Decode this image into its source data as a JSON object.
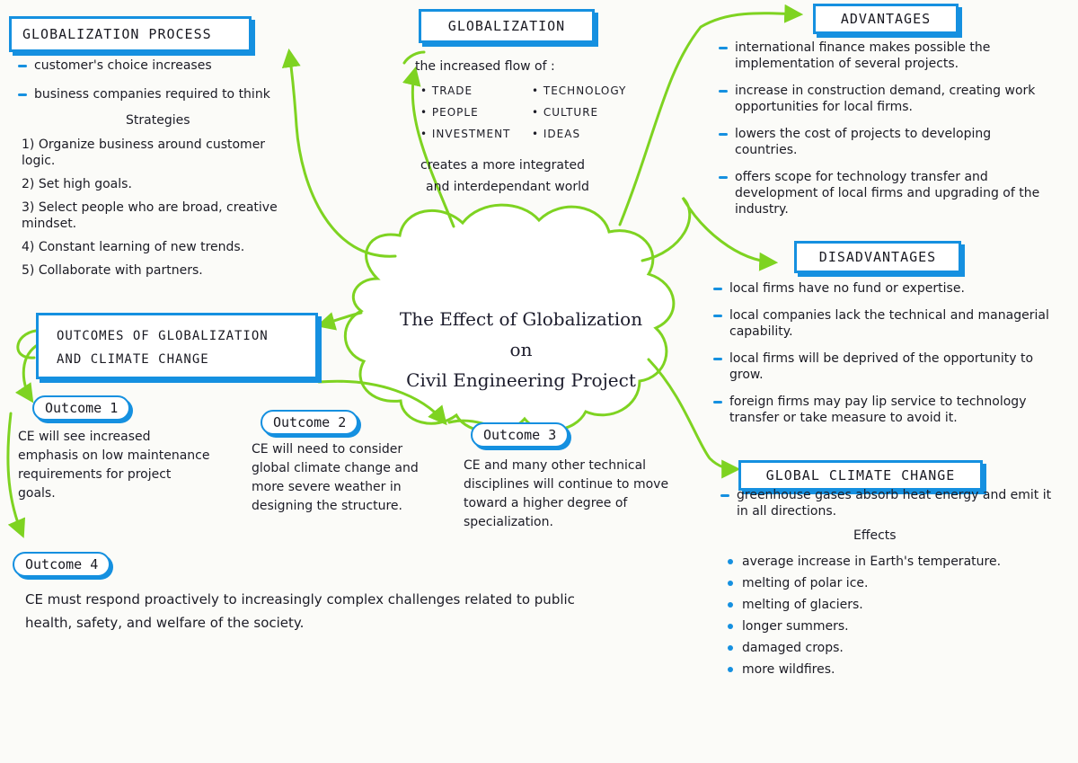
{
  "colors": {
    "accent_blue": "#1590e0",
    "accent_green": "#7ed321",
    "ink": "#1c1c26"
  },
  "center": {
    "line1": "The Effect of Globalization",
    "line2": "on",
    "line3": "Civil Engineering Project"
  },
  "globalization": {
    "title": "GLOBALIZATION",
    "intro": "the increased flow of :",
    "flows_left": [
      "TRADE",
      "PEOPLE",
      "INVESTMENT"
    ],
    "flows_right": [
      "TECHNOLOGY",
      "CULTURE",
      "IDEAS"
    ],
    "result_line1": "creates a more integrated",
    "result_line2": "and interdependant world"
  },
  "process": {
    "title": "GLOBALIZATION PROCESS",
    "points": [
      "customer's choice increases",
      "business companies required to think"
    ],
    "strategies_heading": "Strategies",
    "strategies": [
      "1) Organize business around customer logic.",
      "2) Set high goals.",
      "3) Select people who are broad, creative mindset.",
      "4) Constant learning of new trends.",
      "5) Collaborate with partners."
    ]
  },
  "advantages": {
    "title": "ADVANTAGES",
    "items": [
      "international finance makes possible the implementation of several projects.",
      "increase in construction demand, creating work opportunities for local firms.",
      "lowers the cost of projects to developing countries.",
      "offers scope for technology transfer and development of local firms and upgrading of the industry."
    ]
  },
  "disadvantages": {
    "title": "DISADVANTAGES",
    "items": [
      "local firms have no fund or expertise.",
      "local companies lack the technical and managerial capability.",
      "local firms will be deprived of the opportunity to grow.",
      "foreign firms may pay lip service to technology transfer or take measure to avoid it."
    ]
  },
  "climate": {
    "title": "GLOBAL CLIMATE CHANGE",
    "description": "greenhouse gases absorb heat energy and emit it in all directions.",
    "effects_heading": "Effects",
    "effects": [
      "average increase in Earth's temperature.",
      "melting of polar ice.",
      "melting of glaciers.",
      "longer summers.",
      "damaged crops.",
      "more wildfires."
    ]
  },
  "outcomes": {
    "title_line1": "OUTCOMES OF GLOBALIZATION",
    "title_line2": "AND CLIMATE CHANGE",
    "items": [
      {
        "label": "Outcome 1",
        "text": "CE will see increased emphasis on low maintenance requirements for project goals."
      },
      {
        "label": "Outcome 2",
        "text": "CE will need to consider global climate change and more severe weather in designing the structure."
      },
      {
        "label": "Outcome 3",
        "text": "CE and many other technical disciplines will continue to move toward a higher degree of specialization."
      },
      {
        "label": "Outcome 4",
        "text": "CE must respond proactively to increasingly complex challenges related to public health, safety, and welfare of the society."
      }
    ]
  }
}
